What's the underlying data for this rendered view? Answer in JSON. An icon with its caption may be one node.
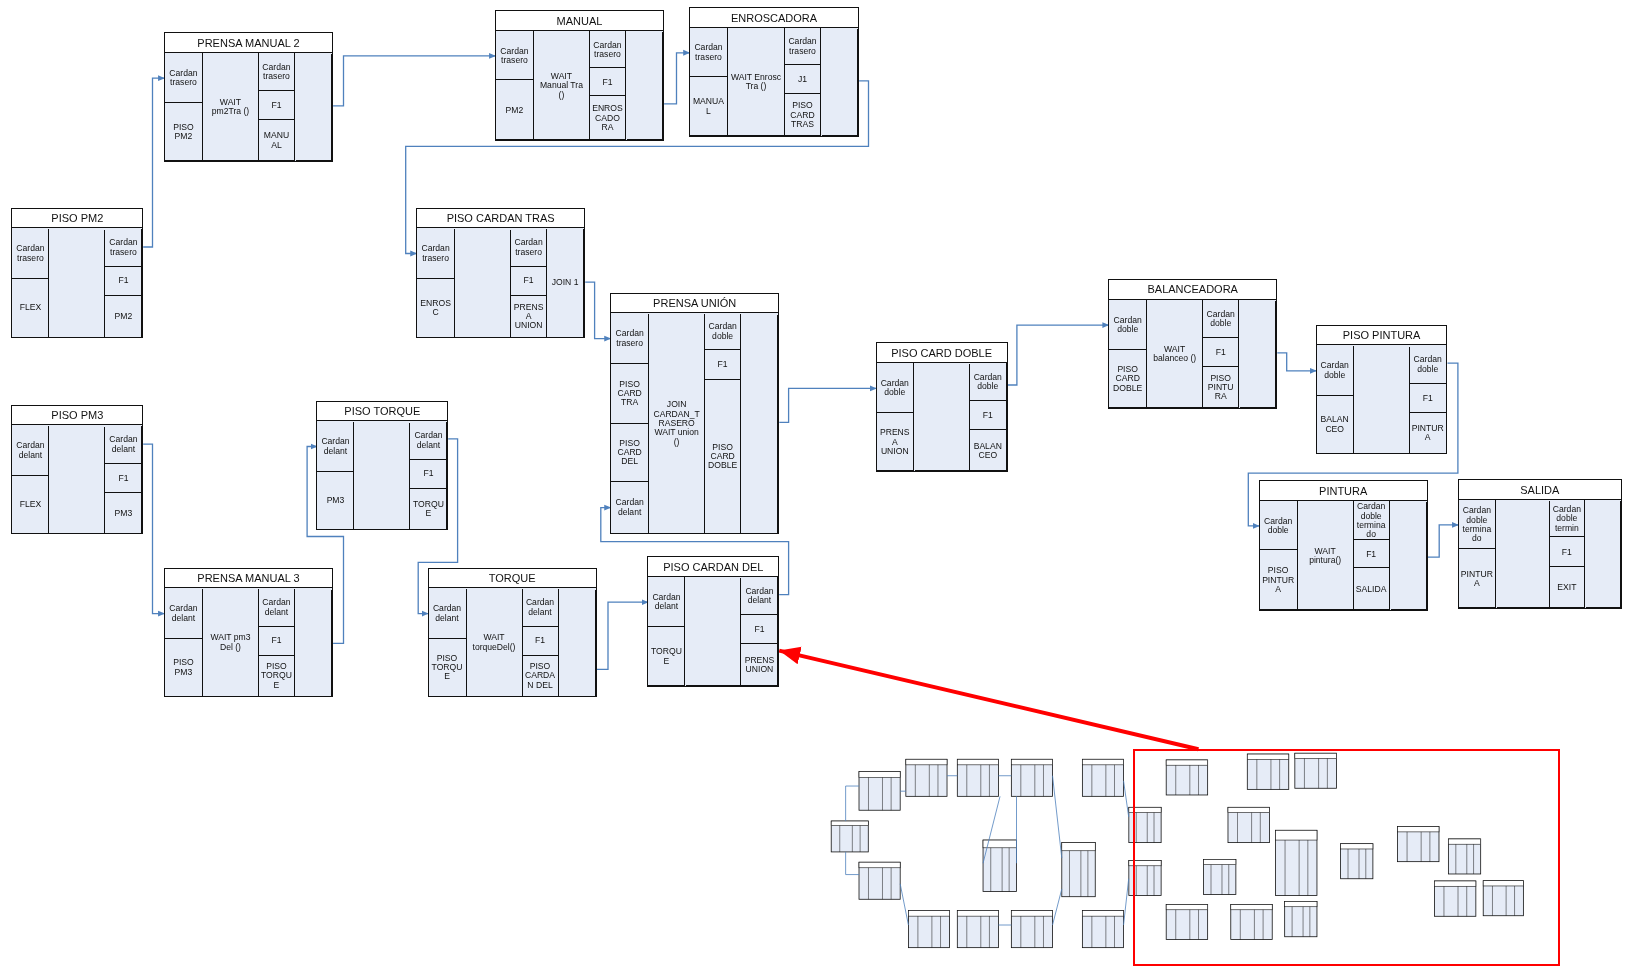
{
  "diagram": {
    "nodes": [
      {
        "text": [
          "PISO PM2"
        ]
      },
      {
        "text": [
          "Cardan trasero"
        ],
        "in": 0
      },
      {
        "text": [
          "FLEX"
        ],
        "in": 0
      },
      {
        "text": [],
        "shape": "box",
        "in": 0
      },
      {
        "text": [
          "Cardan trasero"
        ],
        "in": 0
      },
      {
        "text": [
          "F1"
        ],
        "in": 0
      },
      {
        "text": [
          "PM2"
        ],
        "in": 0
      },
      {
        "text": [
          "PRENSA MANUAL 2"
        ]
      },
      {
        "text": [
          "Cardan trasero"
        ],
        "in": 7
      },
      {
        "text": [
          "PISO PM2"
        ],
        "in": 7
      },
      {
        "text": [
          "WAIT pm2Tra ()"
        ],
        "in": 7
      },
      {
        "text": [
          "Cardan trasero"
        ],
        "in": 7
      },
      {
        "text": [
          "F1"
        ],
        "in": 7
      },
      {
        "text": [
          "MANUAL"
        ],
        "in": 7
      },
      {
        "text": [],
        "shape": "box",
        "in": 7
      },
      {
        "text": [
          "MANUAL"
        ]
      },
      {
        "text": [
          "Cardan trasero"
        ],
        "in": 15
      },
      {
        "text": [
          "PM2"
        ],
        "in": 15
      },
      {
        "text": [
          "WAIT Manual Tra ()"
        ],
        "in": 15
      },
      {
        "text": [
          "Cardan trasero"
        ],
        "in": 15
      },
      {
        "text": [
          "F1"
        ],
        "in": 15
      },
      {
        "text": [
          "ENROSCADORA"
        ],
        "in": 15
      },
      {
        "text": [],
        "shape": "box",
        "in": 15
      },
      {
        "text": [
          "ENROSCADORA"
        ]
      },
      {
        "text": [
          "Cardan trasero"
        ],
        "in": 23
      },
      {
        "text": [
          "MANUAL"
        ],
        "in": 23
      },
      {
        "text": [
          "WAIT Enrosc Tra ()"
        ],
        "in": 23
      },
      {
        "text": [
          "Cardan trasero"
        ],
        "in": 23
      },
      {
        "text": [
          "J1"
        ],
        "in": 23
      },
      {
        "text": [
          "PISO CARD TRAS"
        ],
        "in": 23
      },
      {
        "text": [],
        "shape": "box",
        "in": 23
      },
      {
        "text": [
          "PISO CARDAN TRAS"
        ]
      },
      {
        "text": [
          "Cardan trasero"
        ],
        "in": 31
      },
      {
        "text": [
          "ENROSC"
        ],
        "in": 31
      },
      {
        "text": [],
        "shape": "box",
        "in": 31
      },
      {
        "text": [
          "Cardan trasero"
        ],
        "in": 31
      },
      {
        "text": [
          "F1"
        ],
        "in": 31
      },
      {
        "text": [
          "PRENSA UNION"
        ],
        "in": 31
      },
      {
        "text": [
          "JOIN 1"
        ],
        "in": 31
      },
      {
        "text": [
          "PISO PM3"
        ]
      },
      {
        "text": [
          "Cardan delant"
        ],
        "in": 39
      },
      {
        "text": [
          "FLEX"
        ],
        "in": 39
      },
      {
        "text": [],
        "shape": "box",
        "in": 39
      },
      {
        "text": [
          "Cardan delant"
        ],
        "in": 39
      },
      {
        "text": [
          "F1"
        ],
        "in": 39
      },
      {
        "text": [
          "PM3"
        ],
        "in": 39
      },
      {
        "text": [
          "PRENSA MANUAL 3"
        ]
      },
      {
        "text": [
          "Cardan delant"
        ],
        "in": 46
      },
      {
        "text": [
          "PISO PM3"
        ],
        "in": 46
      },
      {
        "text": [
          "WAIT pm3 Del ()"
        ],
        "in": 46
      },
      {
        "text": [
          "Cardan delant"
        ],
        "in": 46
      },
      {
        "text": [
          "F1"
        ],
        "in": 46
      },
      {
        "text": [
          "PISO TORQUE"
        ],
        "in": 46
      },
      {
        "text": [],
        "shape": "box",
        "in": 46
      },
      {
        "text": [
          "PISO TORQUE"
        ]
      },
      {
        "text": [
          "Cardan delant"
        ],
        "in": 54
      },
      {
        "text": [
          "PM3"
        ],
        "in": 54
      },
      {
        "text": [],
        "shape": "box",
        "in": 54
      },
      {
        "text": [
          "Cardan delant"
        ],
        "in": 54
      },
      {
        "text": [
          "F1"
        ],
        "in": 54
      },
      {
        "text": [
          "TORQUE"
        ],
        "in": 54
      },
      {
        "text": [
          "TORQUE"
        ]
      },
      {
        "text": [
          "Cardan delant"
        ],
        "in": 61
      },
      {
        "text": [
          "PISO TORQUE"
        ],
        "in": 61
      },
      {
        "text": [
          "WAIT torqueDel()"
        ],
        "in": 61
      },
      {
        "text": [
          "Cardan delant"
        ],
        "in": 61
      },
      {
        "text": [
          "F1"
        ],
        "in": 61
      },
      {
        "text": [
          "PISO CARDAN DEL"
        ],
        "in": 61
      },
      {
        "text": [],
        "shape": "box",
        "in": 61
      },
      {
        "text": [
          "PISO CARDAN DEL"
        ]
      },
      {
        "text": [
          "Cardan delant"
        ],
        "in": 69
      },
      {
        "text": [
          "TORQUE"
        ],
        "in": 69
      },
      {
        "text": [],
        "shape": "box",
        "in": 69
      },
      {
        "text": [
          "Cardan delant"
        ],
        "in": 69
      },
      {
        "text": [
          "F1"
        ],
        "in": 69
      },
      {
        "text": [
          "PRENS UNION"
        ],
        "in": 69
      },
      {
        "text": [
          "PRENSA UNIÓN"
        ]
      },
      {
        "text": [
          "Cardan trasero"
        ],
        "in": 76
      },
      {
        "text": [
          "PISO CARD TRA"
        ],
        "in": 76
      },
      {
        "text": [
          "PISO CARD DEL"
        ],
        "in": 76
      },
      {
        "text": [
          "Cardan delant"
        ],
        "in": 76
      },
      {
        "text": [
          "JOIN CARDAN_TRASERO WAIT union ()"
        ],
        "in": 76
      },
      {
        "text": [
          "Cardan doble"
        ],
        "in": 76
      },
      {
        "text": [
          "F1"
        ],
        "in": 76
      },
      {
        "text": [
          "PISO CARD DOBLE"
        ],
        "in": 76
      },
      {
        "text": [],
        "shape": "box",
        "in": 76
      },
      {
        "text": [
          "PISO CARD DOBLE"
        ]
      },
      {
        "text": [
          "Cardan doble"
        ],
        "in": 86
      },
      {
        "text": [
          "PRENSA UNION"
        ],
        "in": 86
      },
      {
        "text": [],
        "shape": "box",
        "in": 86
      },
      {
        "text": [
          "Cardan doble"
        ],
        "in": 86
      },
      {
        "text": [
          "F1"
        ],
        "in": 86
      },
      {
        "text": [
          "BALANCEO"
        ],
        "in": 86
      },
      {
        "text": [
          "BALANCEADORA"
        ]
      },
      {
        "text": [
          "Cardan doble"
        ],
        "in": 93
      },
      {
        "text": [
          "PISO CARD DOBLE"
        ],
        "in": 93
      },
      {
        "text": [
          "WAIT balanceo ()"
        ],
        "in": 93
      },
      {
        "text": [
          "Cardan doble"
        ],
        "in": 93
      },
      {
        "text": [
          "F1"
        ],
        "in": 93
      },
      {
        "text": [
          "PISO PINTURA"
        ],
        "in": 93
      },
      {
        "text": [],
        "shape": "box",
        "in": 93
      },
      {
        "text": [
          "PISO PINTURA"
        ]
      },
      {
        "text": [
          "Cardan doble"
        ],
        "in": 101
      },
      {
        "text": [
          "BALANCEO"
        ],
        "in": 101
      },
      {
        "text": [],
        "shape": "box",
        "in": 101
      },
      {
        "text": [
          "Cardan doble"
        ],
        "in": 101
      },
      {
        "text": [
          "F1"
        ],
        "in": 101
      },
      {
        "text": [
          "PINTURA"
        ],
        "in": 101
      },
      {
        "text": [
          "PINTURA"
        ]
      },
      {
        "text": [
          "Cardan doble"
        ],
        "in": 108
      },
      {
        "text": [
          "PISO PINTURA"
        ],
        "in": 108
      },
      {
        "text": [
          "WAIT pintura()"
        ],
        "in": 108
      },
      {
        "text": [
          "Cardan doble terminado"
        ],
        "in": 108
      },
      {
        "text": [
          "F1"
        ],
        "in": 108
      },
      {
        "text": [
          "SALIDA"
        ],
        "in": 108
      },
      {
        "text": [],
        "shape": "box",
        "in": 108
      },
      {
        "text": [
          "SALIDA"
        ]
      },
      {
        "text": [
          "Cardan doble terminado"
        ],
        "in": 116
      },
      {
        "text": [
          "PINTURA"
        ],
        "in": 116
      },
      {
        "text": [],
        "shape": "box",
        "in": 116
      },
      {
        "text": [
          "Cardan doble termin"
        ],
        "in": 116
      },
      {
        "text": [
          "F1"
        ],
        "in": 116
      },
      {
        "text": [
          "EXIT"
        ],
        "in": 116
      },
      {
        "text": [],
        "shape": "box",
        "in": 116
      },
      {
        "text": [],
        "shape": "picture"
      },
      {
        "text": [],
        "shape": "box"
      }
    ],
    "edges": [
      {
        "from": 0,
        "to": 8,
        "arrow": "to"
      },
      {
        "from": 7,
        "to": 16,
        "arrow": "to"
      },
      {
        "from": 15,
        "to": 24,
        "arrow": "to"
      },
      {
        "from": 23,
        "to": 32,
        "arrow": "to"
      },
      {
        "from": 31,
        "to": 77,
        "arrow": "to"
      },
      {
        "from": 39,
        "to": 47,
        "arrow": "to"
      },
      {
        "from": 46,
        "to": 55,
        "arrow": "to"
      },
      {
        "from": 54,
        "to": 62,
        "arrow": "to"
      },
      {
        "from": 61,
        "to": 70,
        "arrow": "to"
      },
      {
        "from": 69,
        "to": 80,
        "arrow": "to"
      },
      {
        "from": 76,
        "to": 87,
        "arrow": "to"
      },
      {
        "from": 86,
        "to": 94,
        "arrow": "to"
      },
      {
        "from": 93,
        "to": 102,
        "arrow": "to"
      },
      {
        "from": 101,
        "to": 109,
        "arrow": "to"
      },
      {
        "from": 108,
        "to": 117,
        "arrow": "to"
      },
      {
        "from": 125,
        "to": 69,
        "arrow": "to",
        "style": "thick",
        "color": "#ff0000"
      }
    ]
  }
}
